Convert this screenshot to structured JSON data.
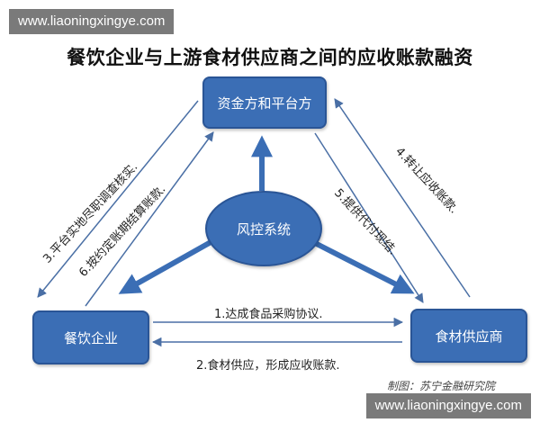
{
  "watermark": {
    "text": "www.liaoningxingye.com"
  },
  "title": "餐饮企业与上游食材供应商之间的应收账款融资",
  "nodes": {
    "funder": "资金方和平台方",
    "restaurant": "餐饮企业",
    "supplier": "食材供应商",
    "risk": "风控系统"
  },
  "edges": {
    "e1": "1.达成食品采购协议.",
    "e2": "2.食材供应，形成应收账款.",
    "e3": "3.平台实地尽职调查核实.",
    "e4": "4.转让应收账款.",
    "e5": "5.提供代付现结.",
    "e6": "6.按约定账期结算账款."
  },
  "credit": "制图：苏宁金融研究院",
  "colors": {
    "node_fill": "#3b6eb5",
    "node_border": "#2a5596",
    "arrow": "#3b6eb5",
    "thin_arrow": "#4a6fa5"
  }
}
